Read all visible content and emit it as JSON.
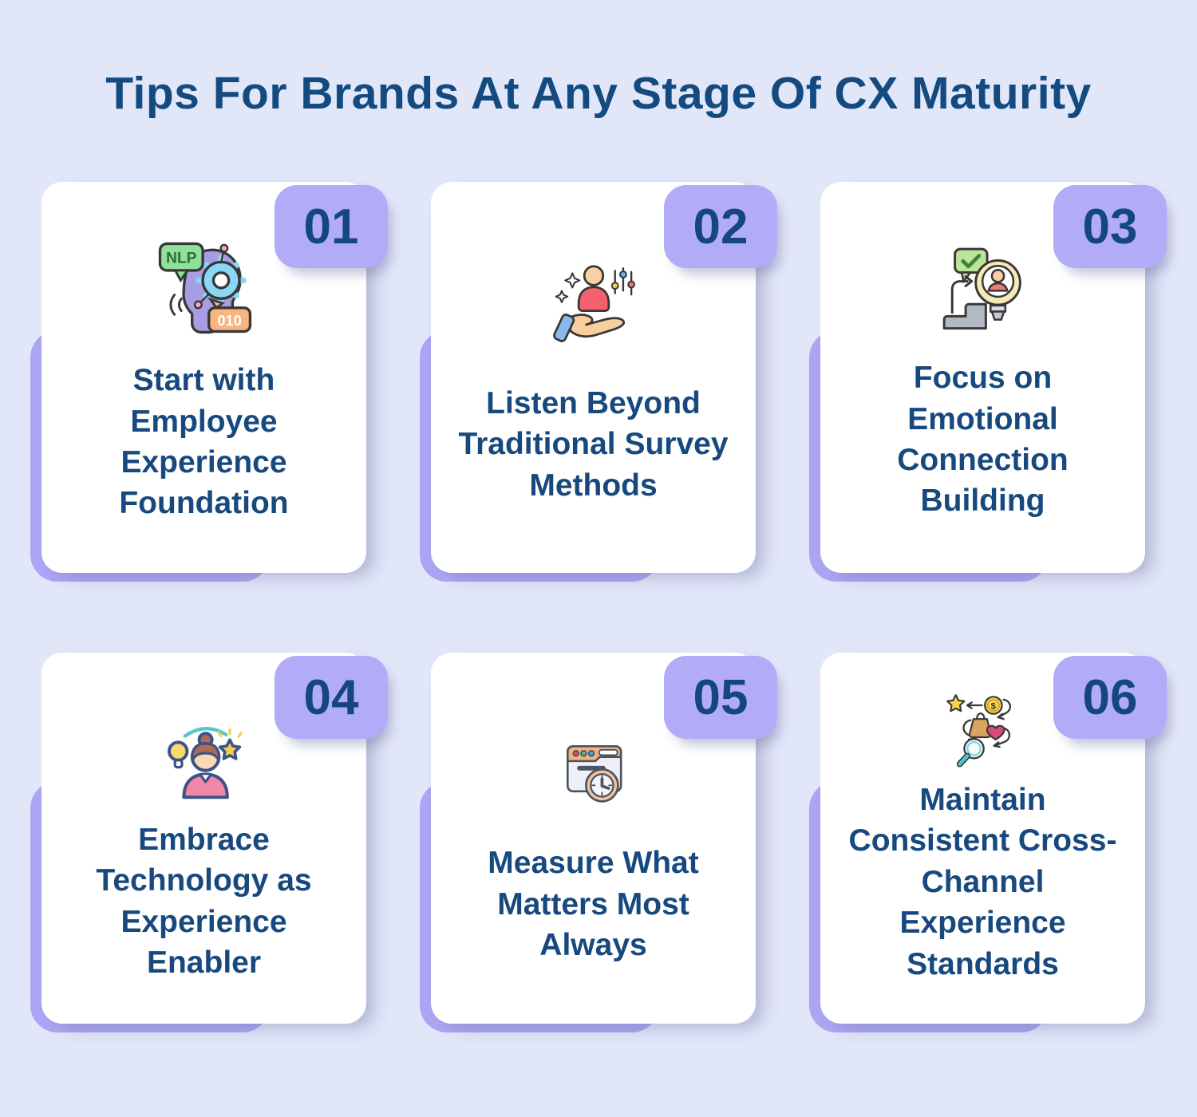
{
  "title": "Tips For Brands At Any Stage Of CX Maturity",
  "colors": {
    "background": "#E2E6F9",
    "card": "#FFFFFF",
    "accent_purple": "#ACA5F3",
    "badge_purple": "#B2ACF8",
    "heading_navy": "#134B80",
    "text_navy": "#17497F"
  },
  "cards": [
    {
      "number": "01",
      "label": "Start with Employee Experience Foundation",
      "icon": "nlp-brain-icon",
      "icon_labels": {
        "bubble": "NLP",
        "tag": "010"
      }
    },
    {
      "number": "02",
      "label": "Listen Beyond Traditional Survey Methods",
      "icon": "hand-holding-customer-icon"
    },
    {
      "number": "03",
      "label": "Focus on Emotional Connection Building",
      "icon": "steps-to-idea-person-icon"
    },
    {
      "number": "04",
      "label": "Embrace Technology as Experience Enabler",
      "icon": "person-idea-star-icon"
    },
    {
      "number": "05",
      "label": "Measure What Matters Most Always",
      "icon": "browser-clock-icon"
    },
    {
      "number": "06",
      "label": "Maintain Consistent Cross-Channel Experience Standards",
      "icon": "omnichannel-journey-icon",
      "icon_labels": {
        "coin": "$"
      }
    }
  ]
}
